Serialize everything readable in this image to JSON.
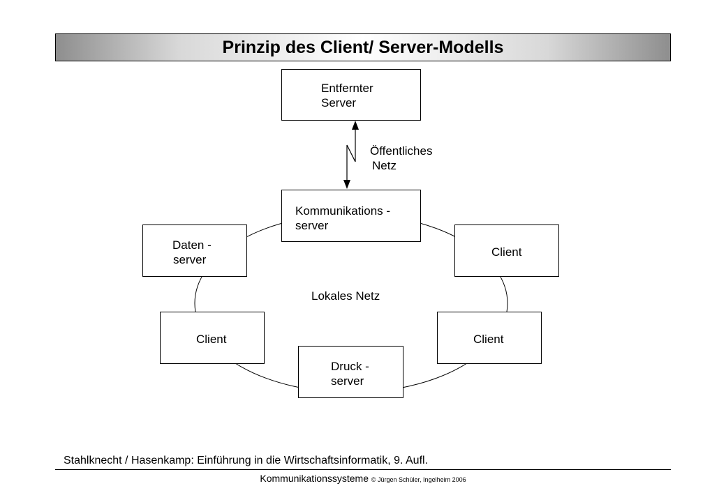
{
  "title": "Prinzip des Client/ Server-Modells",
  "nodes": {
    "remote_server": {
      "line1": "Entfernter",
      "line2": "Server"
    },
    "comm_server": {
      "line1": "Kommunikations -",
      "line2": "server"
    },
    "data_server": {
      "line1": "Daten -",
      "line2": "server"
    },
    "client_right_top": {
      "label": "Client"
    },
    "client_left": {
      "label": "Client"
    },
    "client_right_bottom": {
      "label": "Client"
    },
    "print_server": {
      "line1": "Druck -",
      "line2": "server"
    }
  },
  "labels": {
    "public_network_line1": "Öffentliches",
    "public_network_line2": "Netz",
    "local_network": "Lokales Netz"
  },
  "reference": "Stahlknecht / Hasenkamp: Einführung in die Wirtschaftsinformatik, 9. Aufl.",
  "footer": {
    "main": "Kommunikationssysteme",
    "small": "© Jürgen Schüler, Ingelheim 2006"
  }
}
